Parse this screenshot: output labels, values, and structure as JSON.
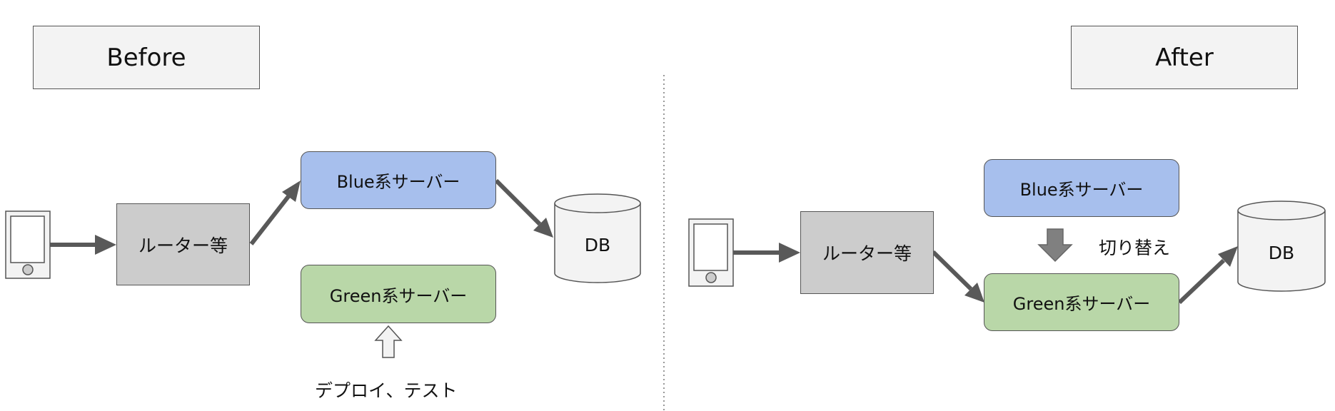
{
  "before": {
    "header": "Before",
    "router_label": "ルーター等",
    "blue_server_label": "Blue系サーバー",
    "green_server_label": "Green系サーバー",
    "db_label": "DB",
    "deploy_label": "デプロイ、テスト"
  },
  "after": {
    "header": "After",
    "router_label": "ルーター等",
    "blue_server_label": "Blue系サーバー",
    "green_server_label": "Green系サーバー",
    "db_label": "DB",
    "switch_label": "切り替え"
  },
  "colors": {
    "blue_server": "#a7bfed",
    "green_server": "#b9d7a8",
    "router": "#cccccc",
    "header_bg": "#f3f3f3",
    "arrow": "#595959"
  }
}
